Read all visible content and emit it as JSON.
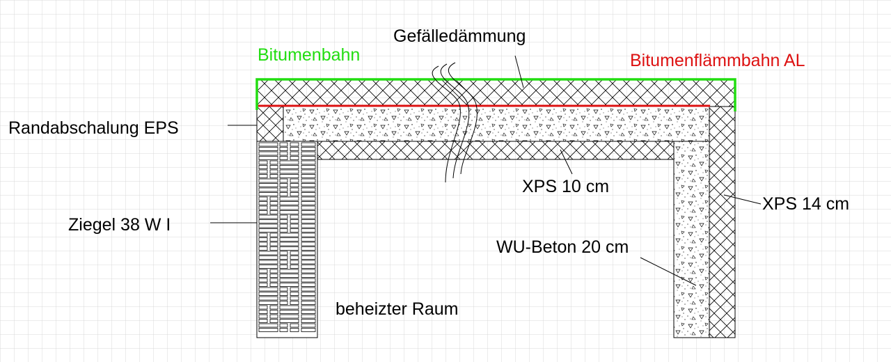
{
  "labels": {
    "bitumenbahn": "Bitumenbahn",
    "gefaelledaemmung": "Gefälledämmung",
    "bitumenflaemmbahn": "Bitumenflämmbahn AL",
    "randabschalung": "Randabschalung EPS",
    "xps10": "XPS 10 cm",
    "xps14": "XPS 14 cm",
    "ziegel": "Ziegel 38 W I",
    "wu_beton": "WU-Beton 20 cm",
    "raum": "beheizter Raum"
  },
  "colors": {
    "bitumenbahn": "#22dd11",
    "bitumenflaemmbahn": "#dd1111",
    "line": "#000000",
    "grid": "#d8d8d8"
  },
  "layers": [
    {
      "name": "Bitumenbahn",
      "pattern": "solid-line"
    },
    {
      "name": "Gefälledämmung",
      "pattern": "crosshatch"
    },
    {
      "name": "Bitumenflämmbahn AL",
      "pattern": "solid-line"
    },
    {
      "name": "WU-Beton 20 cm",
      "pattern": "concrete"
    },
    {
      "name": "XPS 10 cm",
      "pattern": "crosshatch"
    },
    {
      "name": "XPS 14 cm",
      "pattern": "crosshatch"
    },
    {
      "name": "Randabschalung EPS",
      "pattern": "crosshatch"
    },
    {
      "name": "Ziegel 38 W I",
      "pattern": "brick"
    }
  ]
}
